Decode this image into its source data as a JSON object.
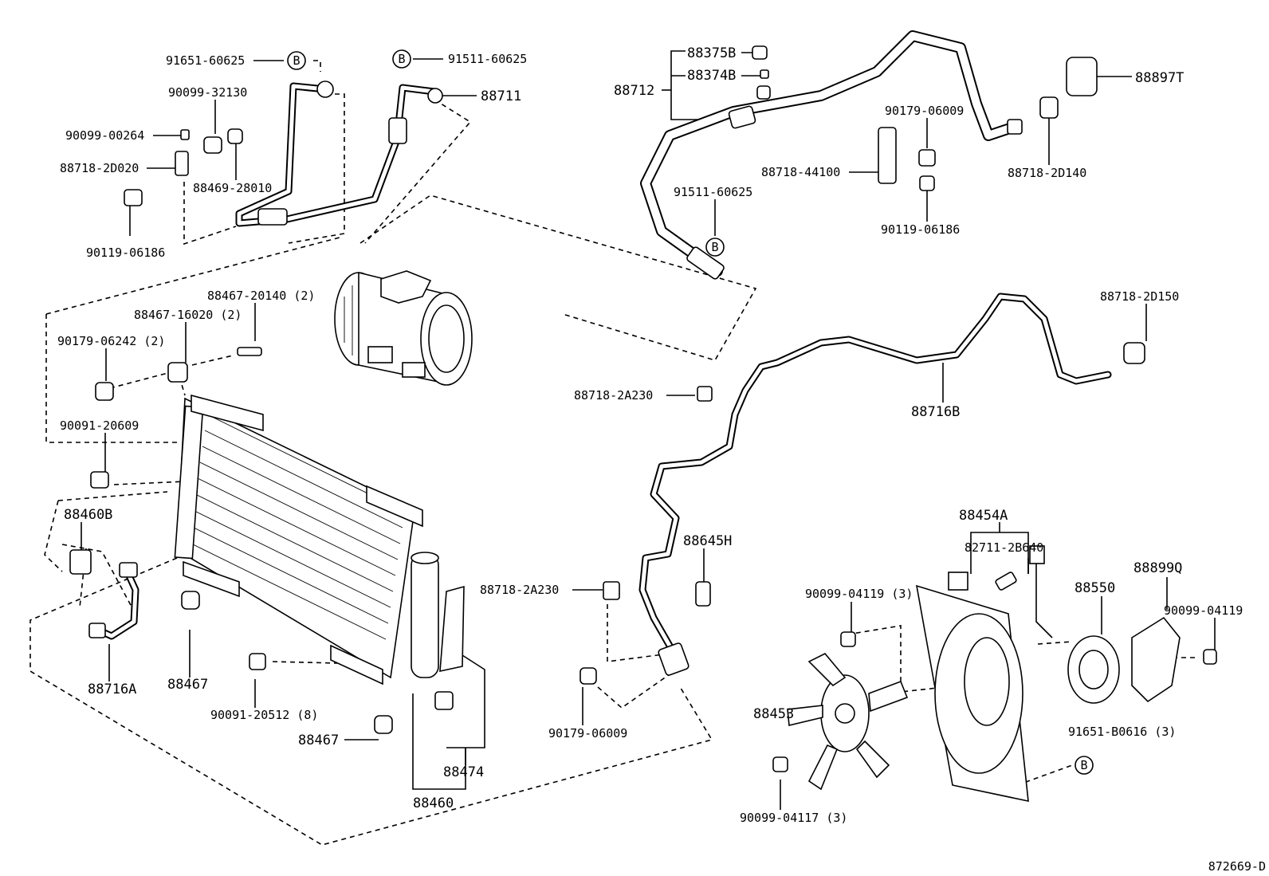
{
  "diagram_id": "872669-D",
  "ref_marker": "B",
  "labels": {
    "p91651_60625_top": "91651-60625",
    "p91511_60625_top": "91511-60625",
    "p90099_32130": "90099-32130",
    "p88711": "88711",
    "p90099_00264": "90099-00264",
    "p88718_2D020": "88718-2D020",
    "p88469_28010": "88469-28010",
    "p90119_06186_left": "90119-06186",
    "p88712": "88712",
    "p88375B": "88375B",
    "p88374B": "88374B",
    "p88897T": "88897T",
    "p90179_06009_top": "90179-06009",
    "p88718_44100": "88718-44100",
    "p88718_2D140": "88718-2D140",
    "p91511_60625_mid": "91511-60625",
    "p90119_06186_right": "90119-06186",
    "p88467_20140": "88467-20140 (2)",
    "p88467_16020": "88467-16020 (2)",
    "p90179_06242": "90179-06242 (2)",
    "p88718_2D150": "88718-2D150",
    "p88718_2A230_top": "88718-2A230",
    "p88716B": "88716B",
    "p90091_20609": "90091-20609",
    "p88460B": "88460B",
    "p88454A": "88454A",
    "p82711_2B640": "82711-2B640",
    "p88645H": "88645H",
    "p88718_2A230_bottom": "88718-2A230",
    "p88550": "88550",
    "p88899Q": "88899Q",
    "p90099_04119_left": "90099-04119 (3)",
    "p90099_04119_right": "90099-04119",
    "p88716A": "88716A",
    "p88467_a": "88467",
    "p90091_20512": "90091-20512 (8)",
    "p88467_b": "88467",
    "p88474": "88474",
    "p88460": "88460",
    "p90179_06009_bottom": "90179-06009",
    "p88453": "88453",
    "p91651_B0616": "91651-B0616 (3)",
    "p90099_04117": "90099-04117 (3)"
  }
}
